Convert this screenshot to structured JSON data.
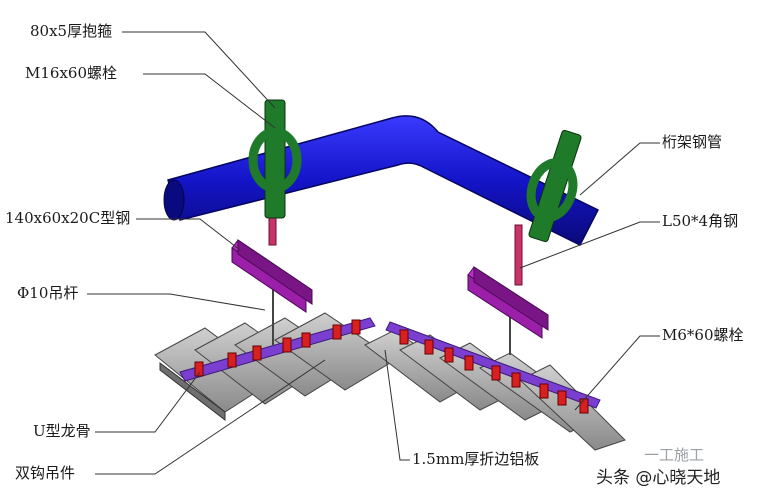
{
  "labels": {
    "hoop": "80x5厚抱箍",
    "bolt_m16": "M16x60螺栓",
    "c_steel": "140x60x20C型钢",
    "rod": "Φ10吊杆",
    "u_keel": "U型龙骨",
    "double_hook": "双钩吊件",
    "truss_pipe": "桁架钢管",
    "angle_steel": "L50*4角钢",
    "bolt_m6": "M6*60螺栓",
    "aluminum_plate": "1.5mm厚折边铝板"
  },
  "watermark": {
    "main": "头条 @心晓天地",
    "faded": "一工施工"
  },
  "colors": {
    "pipe": "#1b1bd6",
    "hoop": "#1f7a2a",
    "c_channel": "#9b1fa8",
    "rod": "#c8336a",
    "clip": "#d92020",
    "plate": "#a8a8a8",
    "keel": "#7a3fd0"
  }
}
